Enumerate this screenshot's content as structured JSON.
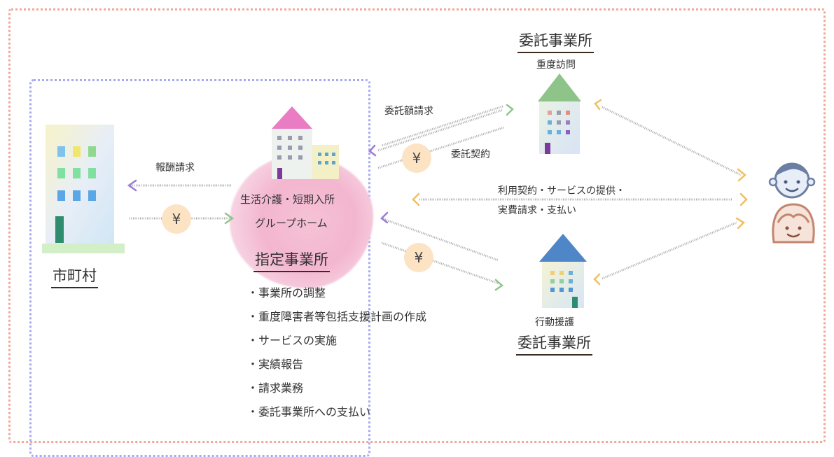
{
  "municipality": {
    "title": "市町村"
  },
  "designated_office": {
    "services_line1": "生活介護・短期入所",
    "services_line2": "グループホーム",
    "title": "指定事業所",
    "tasks": [
      "・事業所の調整",
      "・重度障害者等包括支援計画の作成",
      "・サービスの実施",
      "・実績報告",
      "・請求業務",
      "・委託事業所への支払い"
    ]
  },
  "contractor_top": {
    "title": "委託事業所",
    "service": "重度訪問"
  },
  "contractor_bottom": {
    "title": "委託事業所",
    "service": "行動援護"
  },
  "flows": {
    "fee_claim": "報酬請求",
    "commission_claim": "委託額請求",
    "commission_contract": "委託契約",
    "user_contract_line1": "利用契約・サービスの提供・",
    "user_contract_line2": "実費請求・支払い"
  },
  "yen_symbol": "¥",
  "colors": {
    "outer_frame": "#f0a898",
    "left_frame": "#a9a9ef",
    "yen_badge": "#fce3c4",
    "office_roof": "#ea7cc4",
    "contractor_top_roof": "#8ec48a",
    "contractor_bottom_roof": "#4f86c8",
    "title_underline": "#3a2a1f"
  },
  "icons": [
    "city-hall-building-icon",
    "designated-office-building-icon",
    "contractor-house-icon",
    "boy-face-icon",
    "girl-face-icon",
    "yen-icon"
  ]
}
